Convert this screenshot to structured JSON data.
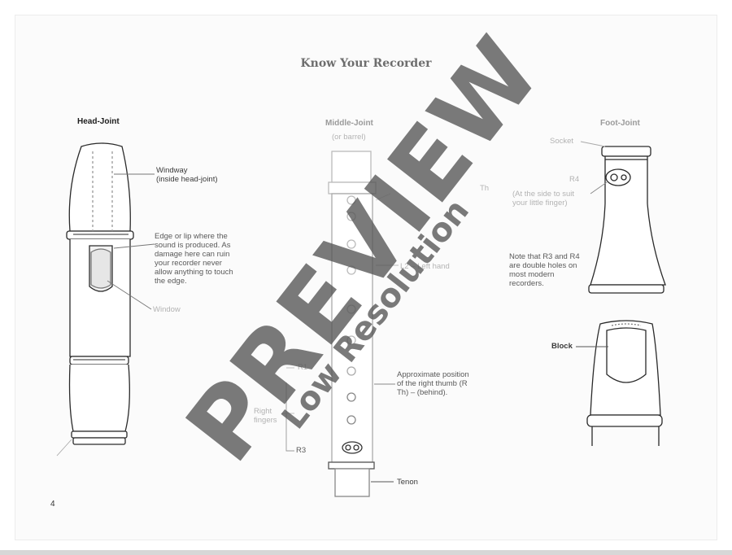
{
  "page": {
    "title": "Know Your Recorder",
    "page_number": "4"
  },
  "head_joint": {
    "heading": "Head-Joint",
    "windway_line1": "Windway",
    "windway_line2": "(inside head-joint)",
    "edge_lines": [
      "Edge or lip where the",
      "sound is produced. As",
      "damage here can ruin",
      "your recorder never",
      "allow anything to touch",
      "the edge."
    ],
    "window_label": "Window"
  },
  "middle_joint": {
    "heading": "Middle-Joint",
    "subheading": "(or barrel)",
    "label_th": "Th",
    "label_l2": "L2 – Left hand",
    "label_r1": "R1",
    "right_fingers_line1": "Right",
    "right_fingers_line2": "fingers",
    "label_r3": "R3",
    "thumb_lines": [
      "Approximate position",
      "of the right thumb (R",
      "Th) – (behind)."
    ],
    "tenon_label": "Tenon"
  },
  "foot_joint": {
    "heading": "Foot-Joint",
    "socket_label": "Socket",
    "r4_label": "R4",
    "r4_note_lines": [
      "(At the side to suit",
      "your little finger)"
    ],
    "double_holes_lines": [
      "Note that R3 and R4",
      "are double holes on",
      "most modern",
      "recorders."
    ],
    "block_label": "Block"
  },
  "watermark": {
    "main": "PREVIEW",
    "sub": "Low Resolution"
  }
}
